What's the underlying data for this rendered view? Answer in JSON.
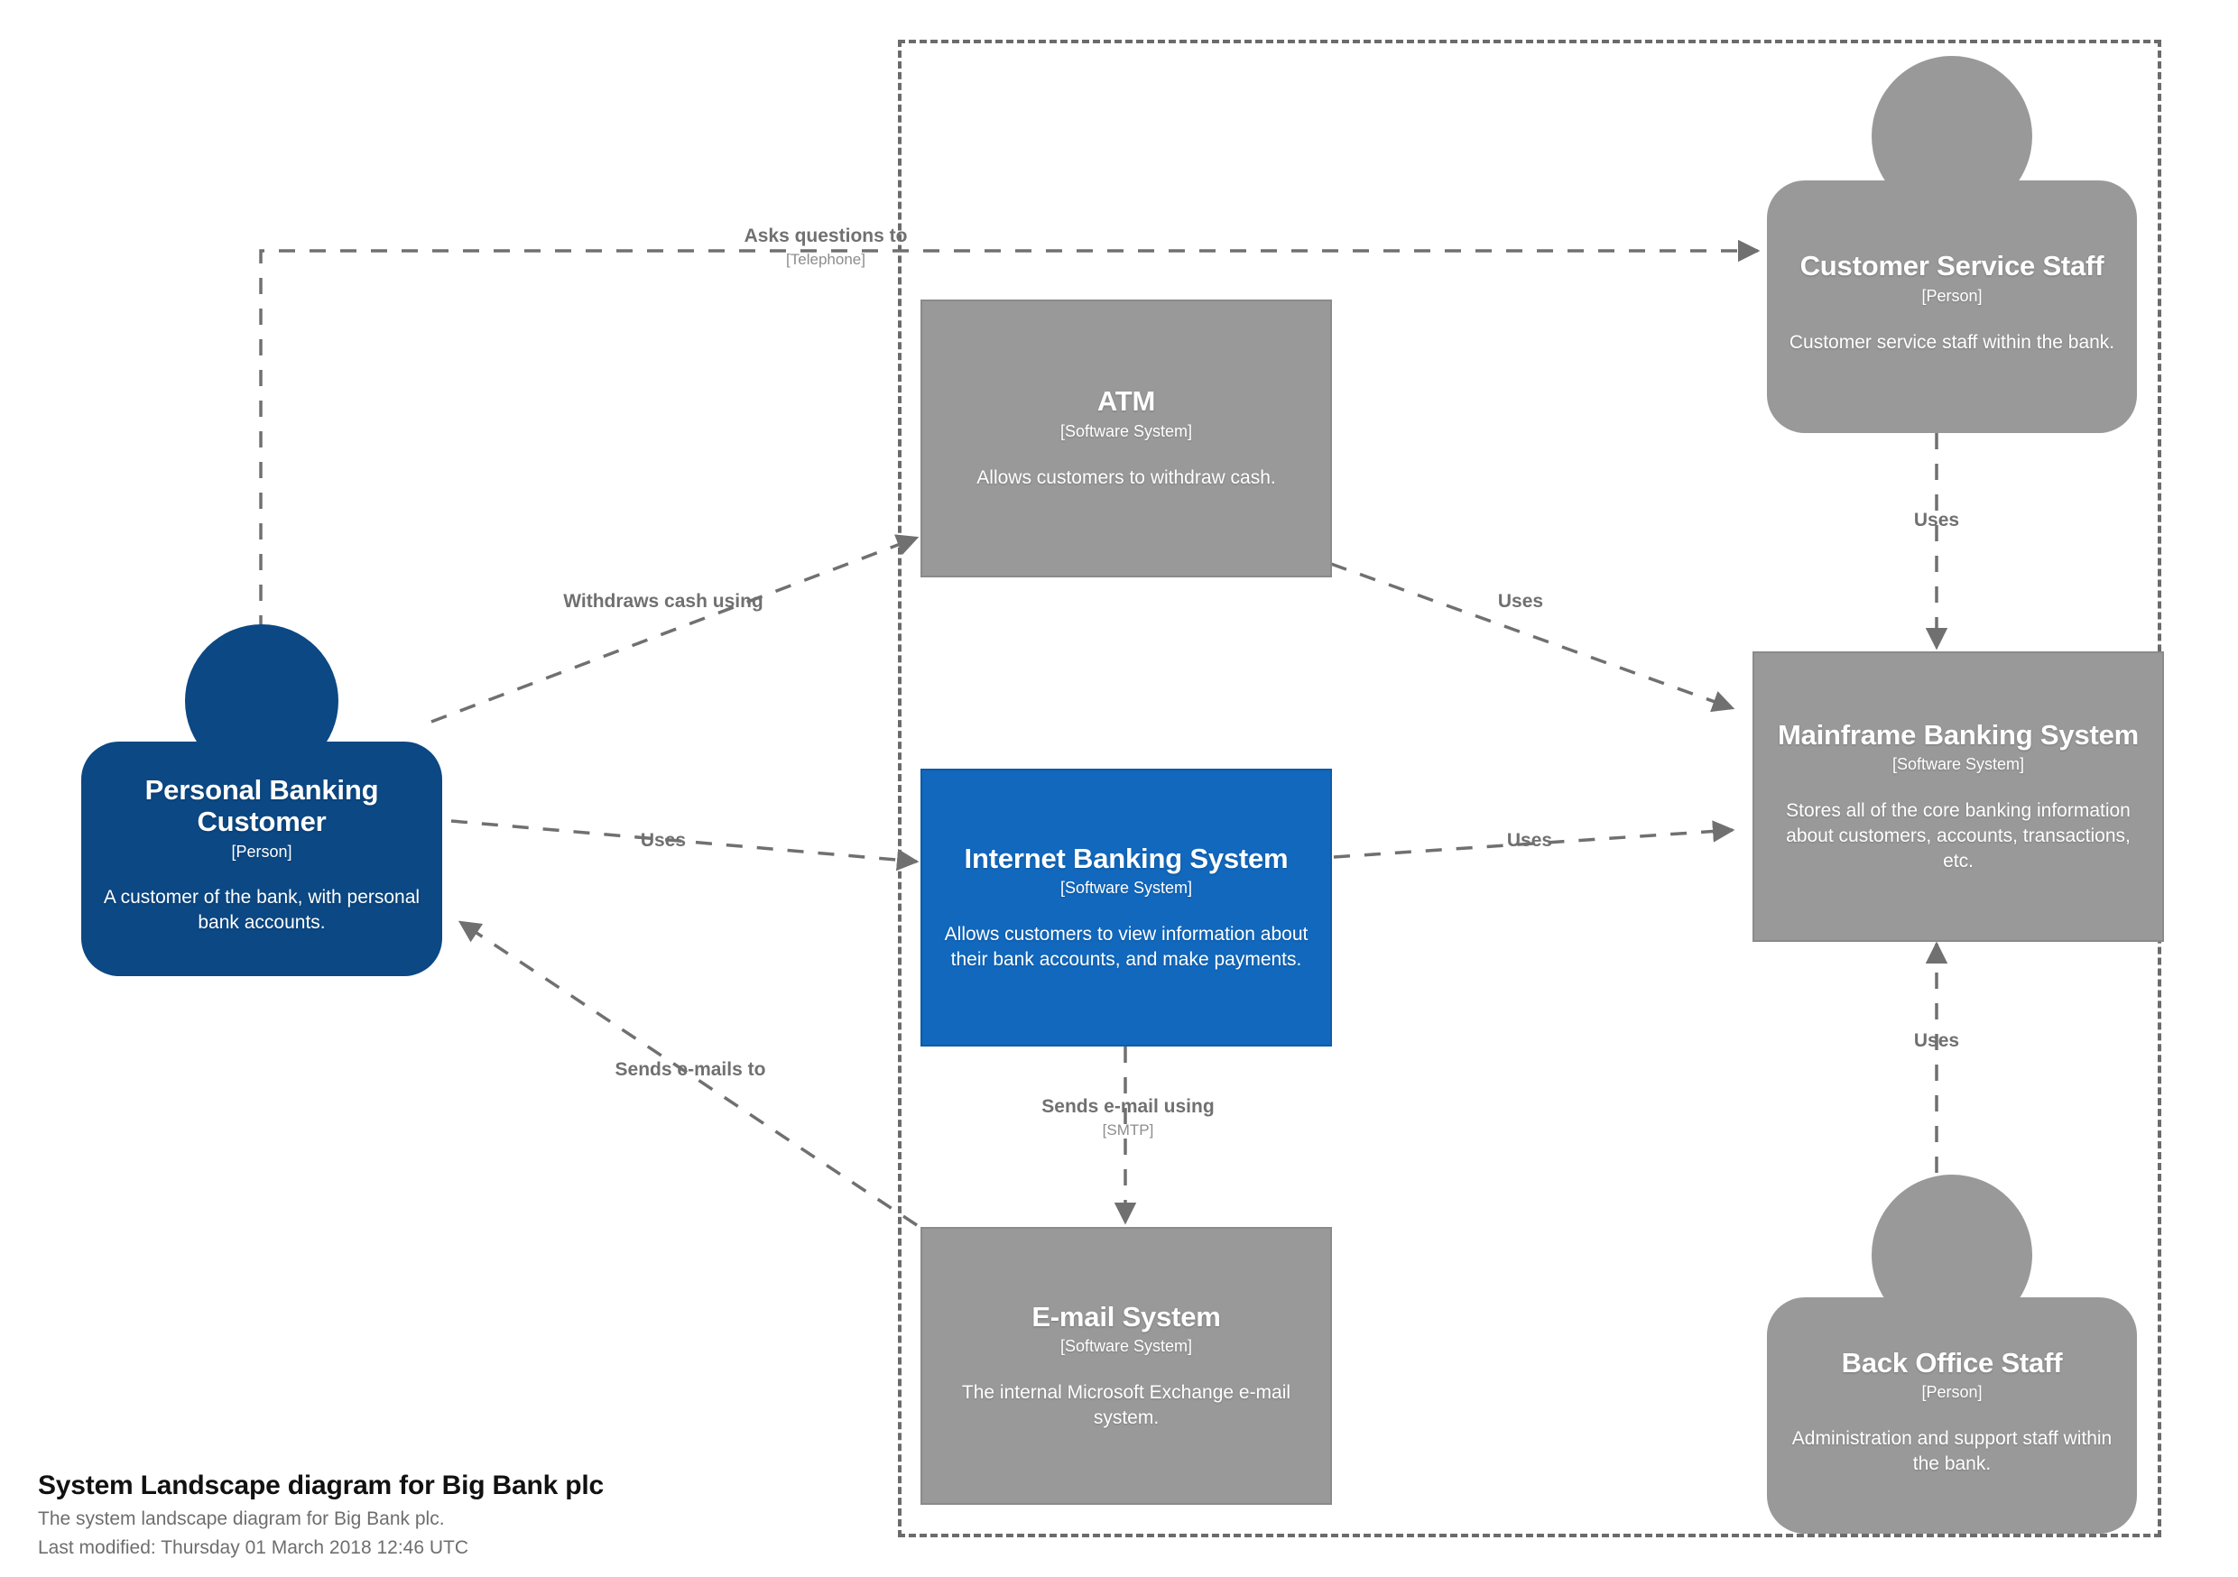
{
  "diagram": {
    "title": "System Landscape diagram for Big Bank plc",
    "description": "The system landscape diagram for Big Bank plc.",
    "last_modified": "Last modified: Thursday 01 March 2018 12:46 UTC",
    "boundary_style": "dashed",
    "colors": {
      "person_internal": "#0b4884",
      "person_external": "#999999",
      "system_in_scope": "#1168bd",
      "system_external": "#999999",
      "relationship": "#707070",
      "boundary": "#6b6b6b",
      "background": "#ffffff"
    }
  },
  "nodes": {
    "personal_banking_customer": {
      "name": "Personal Banking Customer",
      "type": "[Person]",
      "description": "A customer of the bank, with personal bank accounts.",
      "shape": "person",
      "color": "#0b4884"
    },
    "customer_service_staff": {
      "name": "Customer Service Staff",
      "type": "[Person]",
      "description": "Customer service staff within the bank.",
      "shape": "person",
      "color": "#999999"
    },
    "back_office_staff": {
      "name": "Back Office Staff",
      "type": "[Person]",
      "description": "Administration and support staff within the bank.",
      "shape": "person",
      "color": "#999999"
    },
    "atm": {
      "name": "ATM",
      "type": "[Software System]",
      "description": "Allows customers to withdraw cash.",
      "shape": "box",
      "color": "#999999"
    },
    "internet_banking_system": {
      "name": "Internet Banking System",
      "type": "[Software System]",
      "description": "Allows customers to view information about their bank accounts, and make payments.",
      "shape": "box",
      "color": "#1168bd"
    },
    "mainframe_banking_system": {
      "name": "Mainframe Banking System",
      "type": "[Software System]",
      "description": "Stores all of the core banking information about customers, accounts, transactions, etc.",
      "shape": "box",
      "color": "#999999"
    },
    "email_system": {
      "name": "E-mail System",
      "type": "[Software System]",
      "description": "The internal Microsoft Exchange e-mail system.",
      "shape": "box",
      "color": "#999999"
    }
  },
  "relationships": [
    {
      "id": "asks-questions",
      "source": "personal_banking_customer",
      "target": "customer_service_staff",
      "description": "Asks questions to",
      "technology": "[Telephone]"
    },
    {
      "id": "withdraws-cash",
      "source": "personal_banking_customer",
      "target": "atm",
      "description": "Withdraws cash using",
      "technology": ""
    },
    {
      "id": "customer-uses-ibs",
      "source": "personal_banking_customer",
      "target": "internet_banking_system",
      "description": "Uses",
      "technology": ""
    },
    {
      "id": "sends-emails-to",
      "source": "email_system",
      "target": "personal_banking_customer",
      "description": "Sends e-mails to",
      "technology": ""
    },
    {
      "id": "atm-uses-mainframe",
      "source": "atm",
      "target": "mainframe_banking_system",
      "description": "Uses",
      "technology": ""
    },
    {
      "id": "ibs-uses-mainframe",
      "source": "internet_banking_system",
      "target": "mainframe_banking_system",
      "description": "Uses",
      "technology": ""
    },
    {
      "id": "ibs-sends-email",
      "source": "internet_banking_system",
      "target": "email_system",
      "description": "Sends e-mail using",
      "technology": "[SMTP]"
    },
    {
      "id": "css-uses-mainframe",
      "source": "customer_service_staff",
      "target": "mainframe_banking_system",
      "description": "Uses",
      "technology": ""
    },
    {
      "id": "bos-uses-mainframe",
      "source": "back_office_staff",
      "target": "mainframe_banking_system",
      "description": "Uses",
      "technology": ""
    }
  ]
}
